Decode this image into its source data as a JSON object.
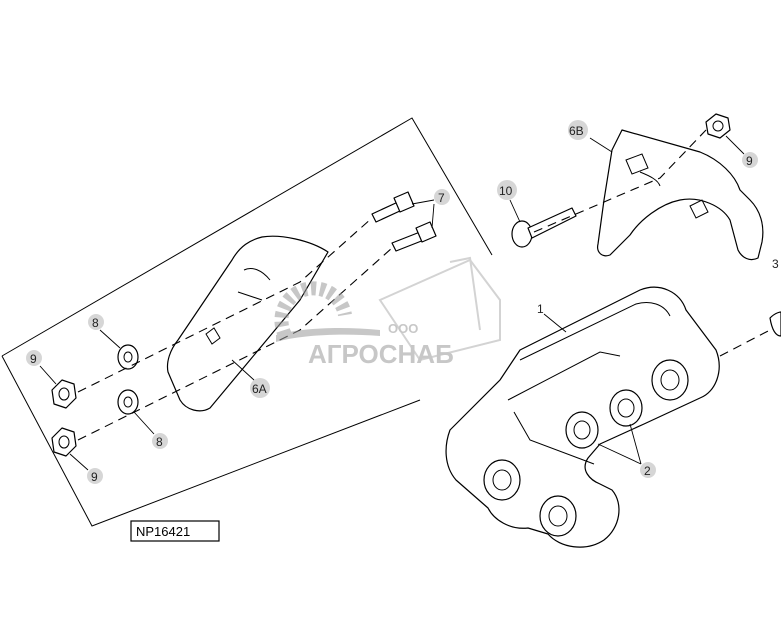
{
  "drawing_number": "NP16421",
  "callouts": {
    "c1": "1",
    "c2": "2",
    "c3": "3",
    "c6a": "6A",
    "c6b": "6B",
    "c7": "7",
    "c8_upper": "8",
    "c8_lower": "8",
    "c9_left_upper": "9",
    "c9_left_lower": "9",
    "c9_right": "9",
    "c10": "10"
  },
  "watermark": {
    "company_type": "ООО",
    "company_name": "АГРОСНАБ"
  }
}
